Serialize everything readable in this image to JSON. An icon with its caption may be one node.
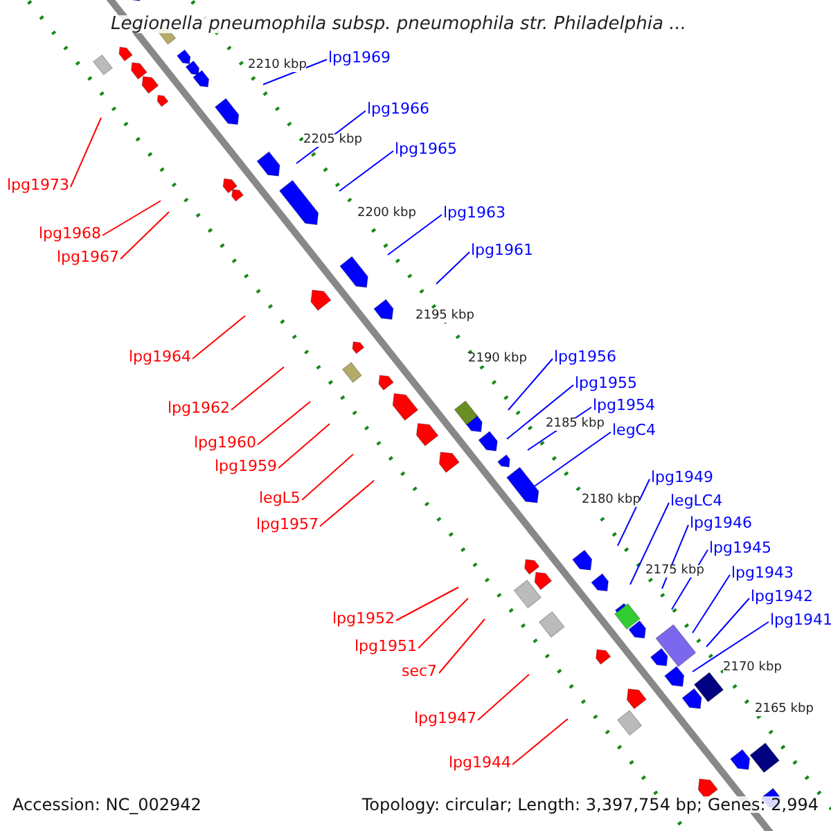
{
  "diagram": {
    "title": "Legionella pneumophila subsp. pneumophila str. Philadelphia ...",
    "nodes": [
      {
        "text": [
          "lpg1969"
        ]
      },
      {
        "text": [
          "lpg1966"
        ]
      },
      {
        "text": [
          "lpg1965"
        ]
      },
      {
        "text": [
          "lpg1963"
        ]
      },
      {
        "text": [
          "lpg1961"
        ]
      },
      {
        "text": [
          "lpg1956"
        ]
      },
      {
        "text": [
          "lpg1955"
        ]
      },
      {
        "text": [
          "lpg1954"
        ]
      },
      {
        "text": [
          "legC4"
        ]
      },
      {
        "text": [
          "lpg1949"
        ]
      },
      {
        "text": [
          "legLC4"
        ]
      },
      {
        "text": [
          "lpg1946"
        ]
      },
      {
        "text": [
          "lpg1945"
        ]
      },
      {
        "text": [
          "lpg1943"
        ]
      },
      {
        "text": [
          "lpg1942"
        ]
      },
      {
        "text": [
          "lpg1941"
        ]
      },
      {
        "text": [
          "lpg1973"
        ]
      },
      {
        "text": [
          "lpg1968"
        ]
      },
      {
        "text": [
          "lpg1967"
        ]
      },
      {
        "text": [
          "lpg1964"
        ]
      },
      {
        "text": [
          "lpg1962"
        ]
      },
      {
        "text": [
          "lpg1960"
        ]
      },
      {
        "text": [
          "lpg1959"
        ]
      },
      {
        "text": [
          "legL5"
        ]
      },
      {
        "text": [
          "lpg1957"
        ]
      },
      {
        "text": [
          "lpg1952"
        ]
      },
      {
        "text": [
          "lpg1951"
        ]
      },
      {
        "text": [
          "sec7"
        ]
      },
      {
        "text": [
          "lpg1947"
        ]
      },
      {
        "text": [
          "lpg1944"
        ]
      }
    ],
    "edges": [
      {
        "from": 0,
        "to": null,
        "arrow": "none"
      },
      {
        "from": 1,
        "to": null,
        "arrow": "none"
      },
      {
        "from": 2,
        "to": null,
        "arrow": "none"
      },
      {
        "from": 3,
        "to": null,
        "arrow": "none"
      },
      {
        "from": 4,
        "to": null,
        "arrow": "none"
      },
      {
        "from": 5,
        "to": null,
        "arrow": "none"
      },
      {
        "from": 6,
        "to": null,
        "arrow": "none"
      },
      {
        "from": 7,
        "to": null,
        "arrow": "none"
      },
      {
        "from": 8,
        "to": null,
        "arrow": "none"
      },
      {
        "from": 9,
        "to": null,
        "arrow": "none"
      },
      {
        "from": 10,
        "to": null,
        "arrow": "none"
      },
      {
        "from": 11,
        "to": null,
        "arrow": "none"
      },
      {
        "from": 12,
        "to": null,
        "arrow": "none"
      },
      {
        "from": 13,
        "to": null,
        "arrow": "none"
      },
      {
        "from": 14,
        "to": null,
        "arrow": "none"
      },
      {
        "from": 15,
        "to": null,
        "arrow": "none"
      },
      {
        "from": 16,
        "to": null,
        "arrow": "none",
        "color": "#ff0000"
      },
      {
        "from": 17,
        "to": null,
        "arrow": "none",
        "color": "#ff0000"
      },
      {
        "from": 18,
        "to": null,
        "arrow": "none",
        "color": "#ff0000"
      },
      {
        "from": 19,
        "to": null,
        "arrow": "none",
        "color": "#ff0000"
      },
      {
        "from": 20,
        "to": null,
        "arrow": "none",
        "color": "#ff0000"
      },
      {
        "from": 21,
        "to": null,
        "arrow": "none",
        "color": "#ff0000"
      },
      {
        "from": 22,
        "to": null,
        "arrow": "none",
        "color": "#ff0000"
      },
      {
        "from": 23,
        "to": null,
        "arrow": "none",
        "color": "#ff0000"
      },
      {
        "from": 24,
        "to": null,
        "arrow": "none",
        "color": "#ff0000"
      },
      {
        "from": 25,
        "to": null,
        "arrow": "none",
        "color": "#ff0000"
      },
      {
        "from": 26,
        "to": null,
        "arrow": "none",
        "color": "#ff0000"
      },
      {
        "from": 27,
        "to": null,
        "arrow": "none",
        "color": "#ff0000"
      },
      {
        "from": 28,
        "to": null,
        "arrow": "none",
        "color": "#ff0000"
      },
      {
        "from": 29,
        "to": null,
        "arrow": "none",
        "color": "#ff0000"
      }
    ],
    "labels": [
      "2210 kbp",
      "2205 kbp",
      "2200 kbp",
      "2195 kbp",
      "2190 kbp",
      "2185 kbp",
      "2180 kbp",
      "2175 kbp",
      "2170 kbp",
      "2165 kbp",
      "Accession: NC_002942",
      "Topology: circular; Length: 3,397,754 bp; Genes: 2,994"
    ]
  }
}
